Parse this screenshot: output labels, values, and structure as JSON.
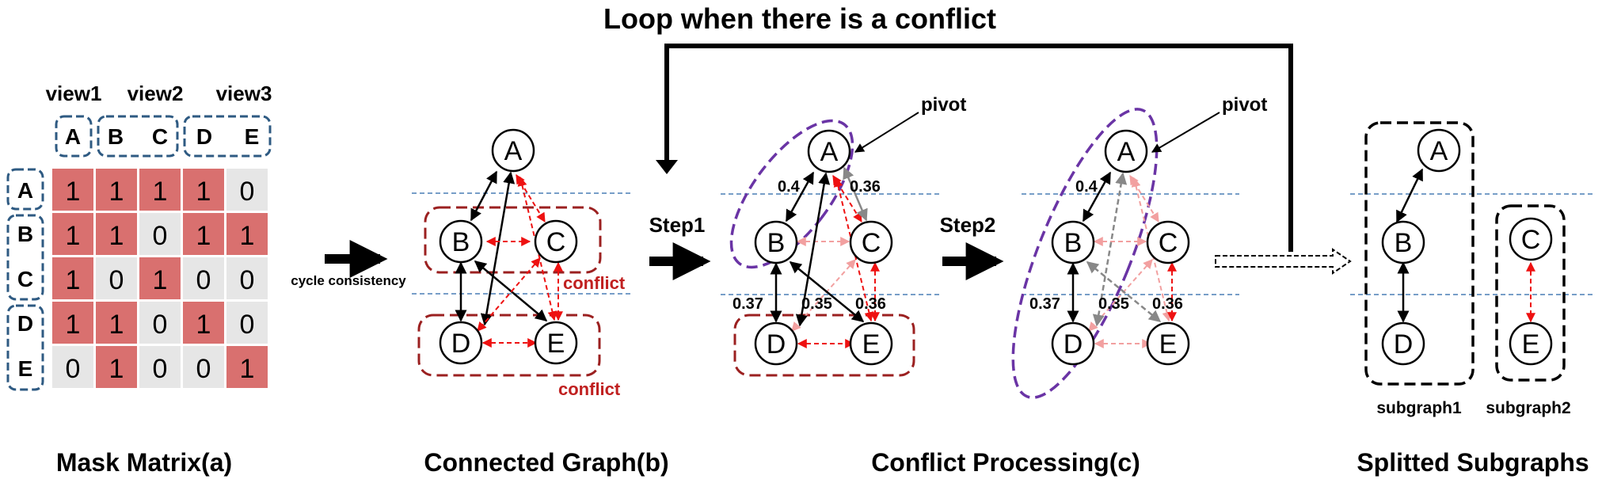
{
  "loop_title": "Loop when there is a conflict",
  "views": [
    "view1",
    "view2",
    "view3"
  ],
  "node_labels": [
    "A",
    "B",
    "C",
    "D",
    "E"
  ],
  "mask_matrix": {
    "rows": [
      "A",
      "B",
      "C",
      "D",
      "E"
    ],
    "cols": [
      "A",
      "B",
      "C",
      "D",
      "E"
    ],
    "values": [
      [
        "1",
        "1",
        "1",
        "1",
        "0"
      ],
      [
        "1",
        "1",
        "0",
        "1",
        "1"
      ],
      [
        "1",
        "0",
        "1",
        "0",
        "0"
      ],
      [
        "1",
        "1",
        "0",
        "1",
        "0"
      ],
      [
        "0",
        "1",
        "0",
        "0",
        "1"
      ]
    ]
  },
  "colors": {
    "one_cell": "#d9706f",
    "zero_cell": "#e6e6e6",
    "view_box": "#2e5a82",
    "conflict": "#9b2020",
    "pivot_ellipse": "#6a34a5",
    "conflict_edge": "#ee1111"
  },
  "labels": {
    "cycle_consistency": "cycle consistency",
    "conflict": "conflict",
    "step1": "Step1",
    "step2": "Step2",
    "pivot": "pivot",
    "subgraph1": "subgraph1",
    "subgraph2": "subgraph2"
  },
  "weights": {
    "ab": "0.4",
    "ac": "0.36",
    "bd": "0.37",
    "cd": "0.35",
    "ce": "0.36"
  },
  "captions": {
    "a": "Mask Matrix(a)",
    "b": "Connected Graph(b)",
    "c": "Conflict Processing(c)",
    "d": "Splitted Subgraphs"
  }
}
